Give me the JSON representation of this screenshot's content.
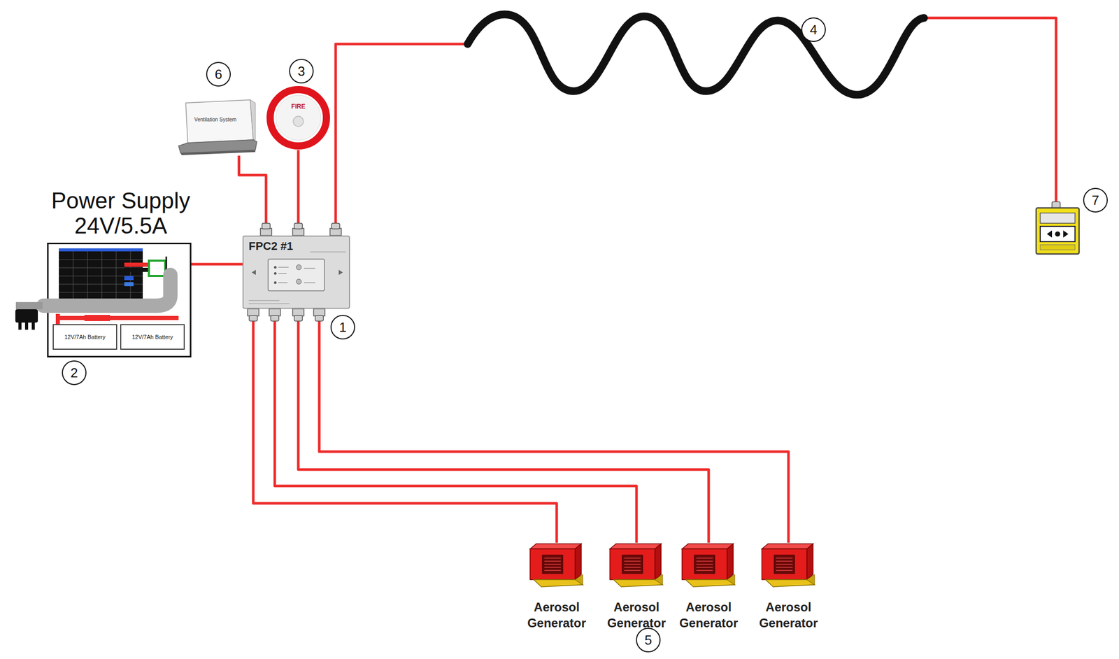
{
  "diagram": {
    "nodes": [
      {
        "text": [
          "Power Supply 24V/5.5A"
        ]
      },
      {
        "text": [
          "12V/7Ah Battery"
        ],
        "in": 0
      },
      {
        "text": [
          "12V/7Ah Battery"
        ],
        "in": 0
      },
      {
        "text": [
          "FPC2 #1"
        ]
      },
      {
        "text": [
          "Ventilation System"
        ]
      },
      {
        "text": [
          "FIRE"
        ]
      },
      {
        "text": [
          "Aerosol Generator"
        ]
      },
      {
        "text": [
          "Aerosol Generator"
        ]
      },
      {
        "text": [
          "Aerosol Generator"
        ]
      },
      {
        "text": [
          "Aerosol Generator"
        ]
      }
    ],
    "edges": [
      {
        "from": 0,
        "to": 3,
        "arrow": "none"
      },
      {
        "from": 3,
        "to": 4,
        "arrow": "none"
      },
      {
        "from": 3,
        "to": 5,
        "arrow": "none"
      },
      {
        "from": 3,
        "to": 6,
        "arrow": "none"
      },
      {
        "from": 3,
        "to": 7,
        "arrow": "none"
      },
      {
        "from": 3,
        "to": 8,
        "arrow": "none"
      },
      {
        "from": 3,
        "to": 9,
        "arrow": "none"
      }
    ],
    "labels": [
      "1",
      "2",
      "3",
      "4",
      "5",
      "6",
      "7"
    ]
  }
}
